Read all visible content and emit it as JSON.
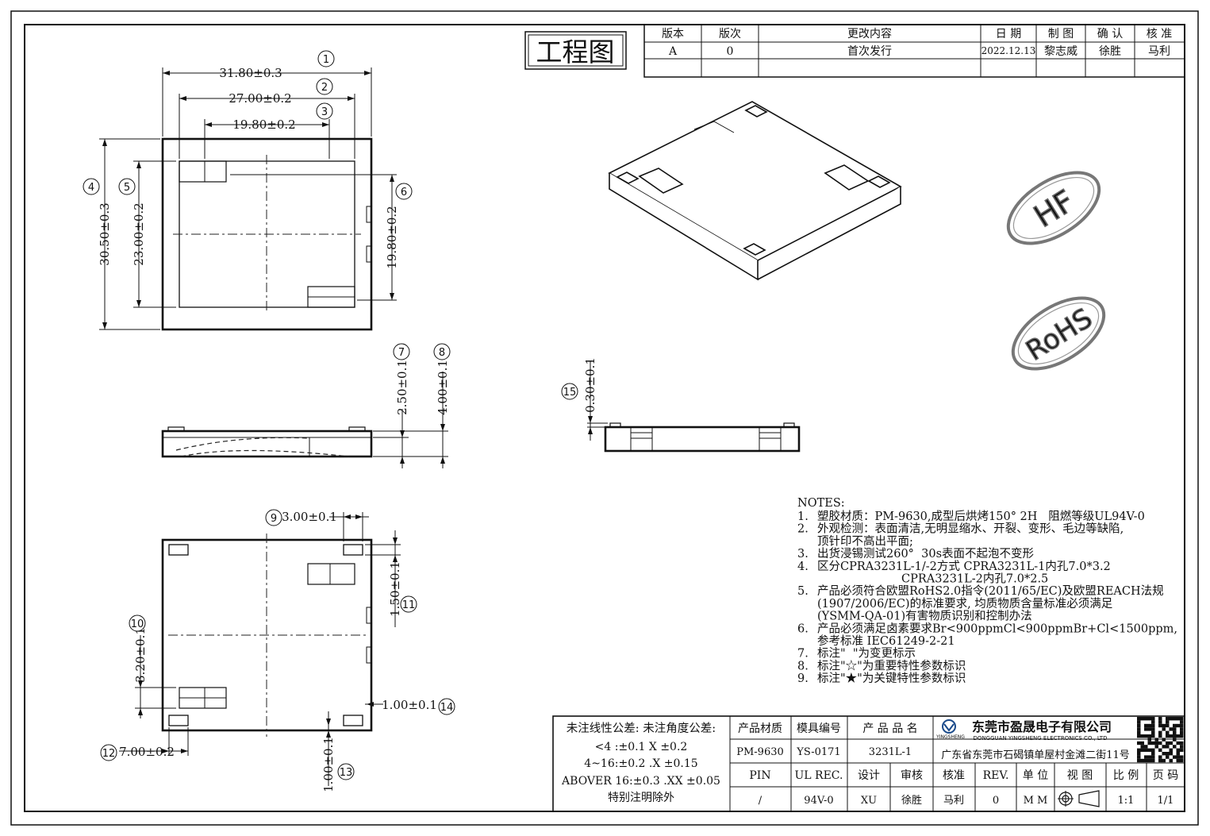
{
  "title_mark": "工程图",
  "revision_table": {
    "headers": [
      "版本",
      "版次",
      "更改内容",
      "日 期",
      "制 图",
      "确 认",
      "核 准"
    ],
    "rows": [
      [
        "A",
        "0",
        "首次发行",
        "2022.12.13",
        "黎志威",
        "徐胜",
        "马利"
      ]
    ]
  },
  "top_view": {
    "dim1": "31.80±0.3",
    "dim2": "27.00±0.2",
    "dim3": "19.80±0.2",
    "dim4": "30.50±0.3",
    "dim5": "23.00±0.2",
    "dim6": "19.80±0.2",
    "balloons": [
      "1",
      "2",
      "3",
      "4",
      "5",
      "6"
    ]
  },
  "side_view": {
    "dim7": "2.50±0.1",
    "dim8": "4.00±0.1",
    "balloons": [
      "7",
      "8"
    ]
  },
  "bottom_view": {
    "dim9": "3.00±0.1",
    "dim10": "3.20±0.1",
    "dim11": "1.50±0.1",
    "dim12": "7.00±0.2",
    "dim13": "1.00±0.1",
    "dim14": "1.00±0.1",
    "balloons": [
      "9",
      "10",
      "11",
      "12",
      "13",
      "14"
    ]
  },
  "front_view": {
    "dim15": "0.30±0.1",
    "balloon": "15"
  },
  "stamps": {
    "hf": "HF",
    "rohs": "RoHS"
  },
  "notes": {
    "heading": "NOTES:",
    "lines": [
      [
        "1.",
        "塑胶材质：PM-9630,成型后烘烤150° 2H   阻燃等级UL94V-0"
      ],
      [
        "2.",
        "外观检测：表面清洁,无明显缩水、开裂、变形、毛边等缺陷,"
      ],
      [
        "",
        "顶针印不高出平面;"
      ],
      [
        "3.",
        "出货浸锡测试260°  30s表面不起泡不变形"
      ],
      [
        "4.",
        "区分CPRA3231L-1/-2方式 CPRA3231L-1内孔7.0*3.2"
      ],
      [
        "",
        "                       CPRA3231L-2内孔7.0*2.5"
      ],
      [
        "5.",
        "产品必须符合欧盟RoHS2.0指令(2011/65/EC)及欧盟REACH法规"
      ],
      [
        "",
        "(1907/2006/EC)的标准要求, 均质物质含量标准必须满足"
      ],
      [
        "",
        "(YSMM-QA-01)有害物质识别和控制办法"
      ],
      [
        "6.",
        "产品必须满足卤素要求Br<900ppmCl<900ppmBr+Cl<1500ppm,"
      ],
      [
        "",
        "参考标准 IEC61249-2-21"
      ],
      [
        "7.",
        "标注\"  \"为变更标示"
      ],
      [
        "8.",
        "标注\"☆\"为重要特性参数标识"
      ],
      [
        "9.",
        "标注\"★\"为关键特性参数标识"
      ]
    ]
  },
  "title_block": {
    "tol_title": "未注线性公差:   未注角度公差:",
    "tol_lines": [
      "<4 :±0.1  X ±0.2",
      "4~16:±0.2 .X ±0.15",
      "ABOVER 16:±0.3 .XX ±0.05",
      "特别注明除外"
    ],
    "header_row": [
      "产品材质",
      "模具编号",
      "产 品 品 名"
    ],
    "value_row": [
      "PM-9630",
      "YS-0171",
      "3231L-1"
    ],
    "company_cn": "东莞市盈晟电子有限公司",
    "company_en": "DONGGUAN YINGSHENG ELECTRONICS CO., LTD",
    "logo_text": "YINGSHENG",
    "address": "广东省东莞市石碣镇单屋村金滩二街11号",
    "bottom_headers": [
      "PIN",
      "UL REC.",
      "设计",
      "审核",
      "核准",
      "REV.",
      "单 位",
      "视 图",
      "比 例",
      "页 码"
    ],
    "bottom_values": [
      "/",
      "94V-0",
      "XU",
      "徐胜",
      "马利",
      "0",
      "M M",
      "",
      "1:1",
      "1/1"
    ]
  }
}
